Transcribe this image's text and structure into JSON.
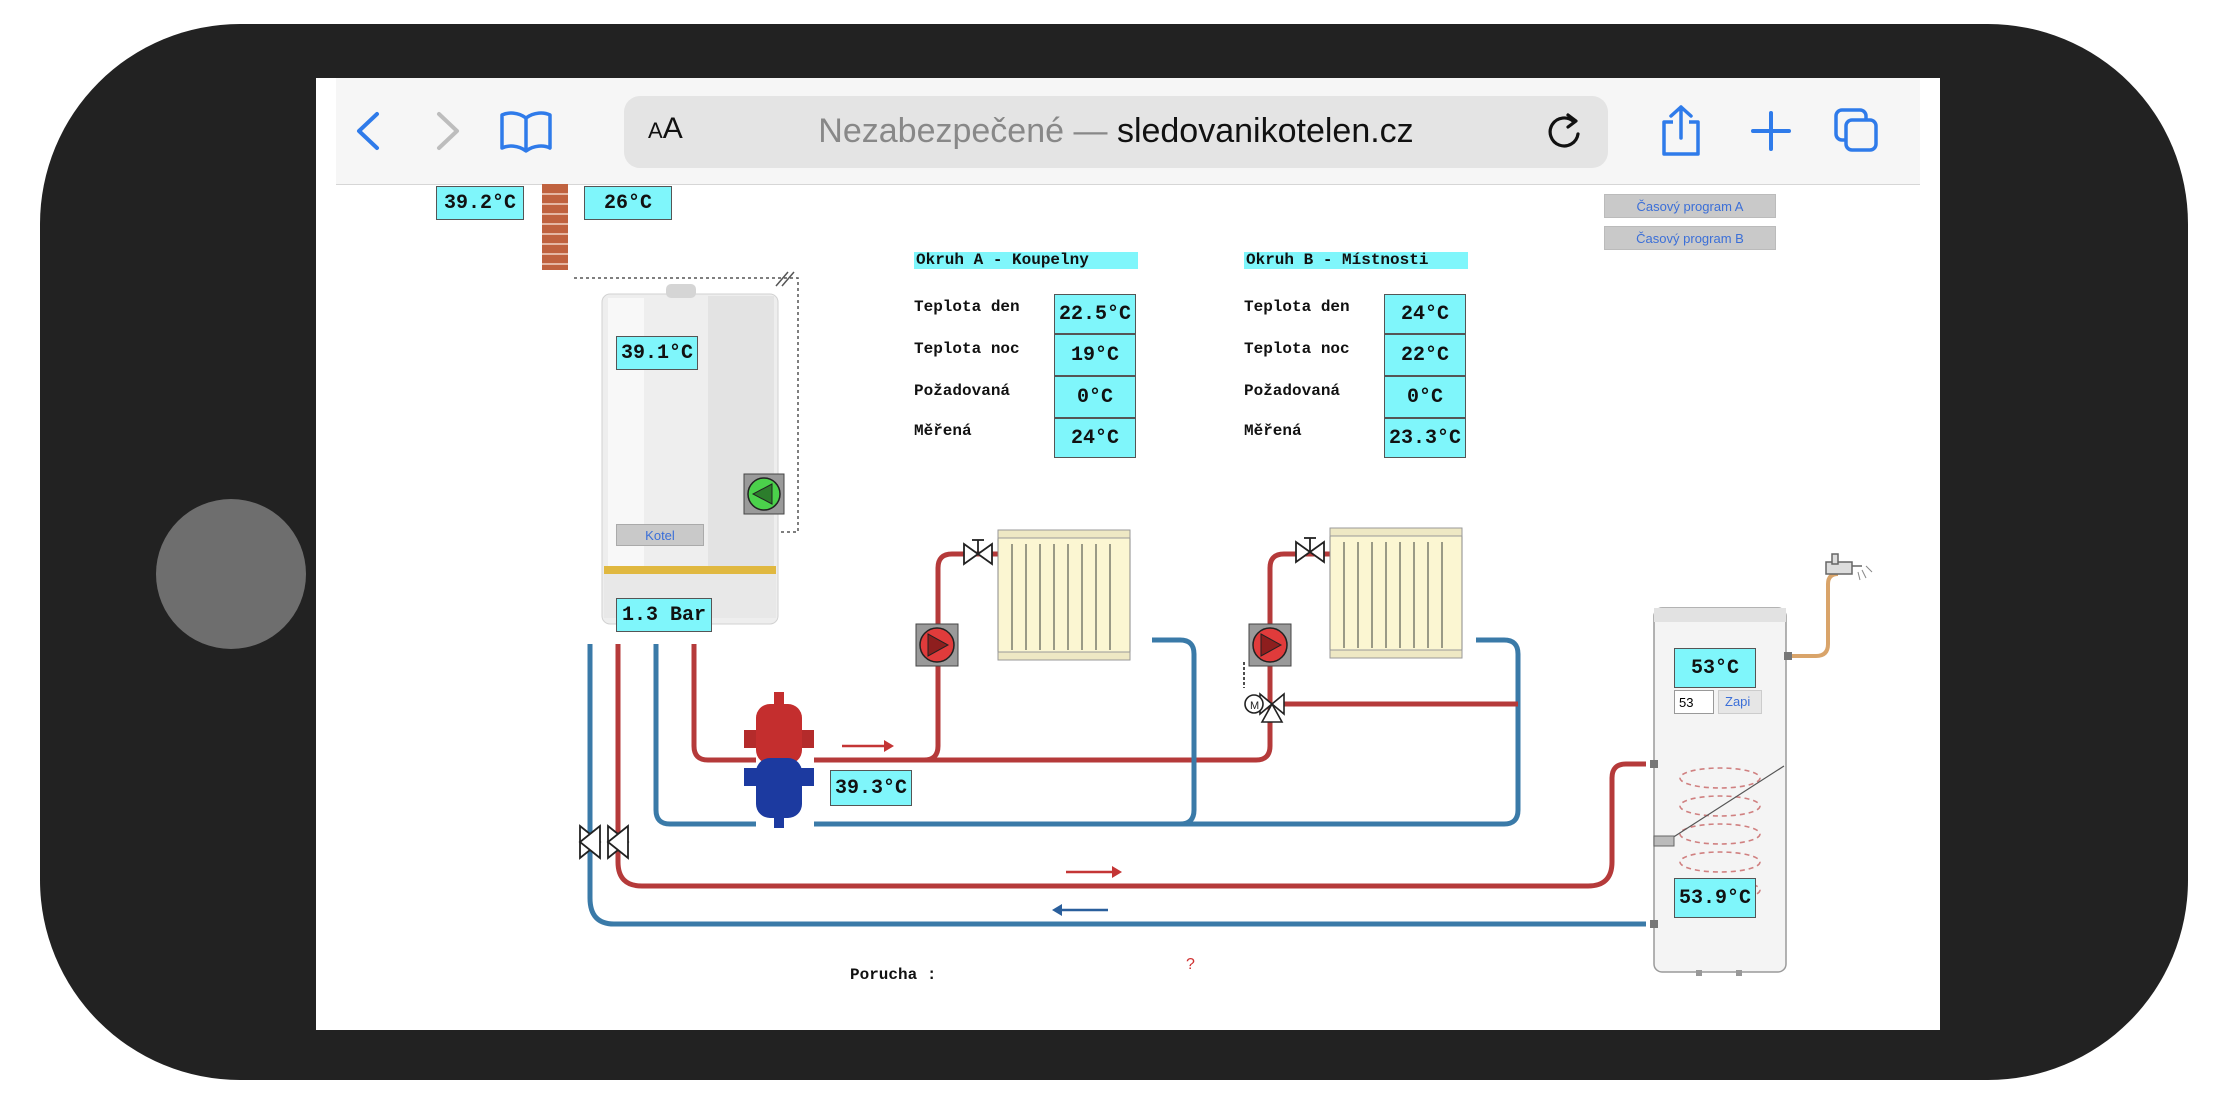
{
  "browser": {
    "text_size_label_small": "A",
    "text_size_label_large": "A",
    "url_prefix": "Nezabezpečené — ",
    "url_host": "sledovanikotelen.cz"
  },
  "boiler": {
    "temp_outdoor_left": "39.2°C",
    "temp_outdoor_right": "26°C",
    "temp_boiler": "39.1°C",
    "pressure": "1.3 Bar",
    "button_label": "Kotel",
    "separator_temp": "39.3°C"
  },
  "schedule_buttons": [
    "Časový program A",
    "Časový program B"
  ],
  "circuit_a": {
    "title": "Okruh A - Koupelny",
    "rows": [
      {
        "label": "Teplota den",
        "value": "22.5°C"
      },
      {
        "label": "Teplota noc",
        "value": "19°C"
      },
      {
        "label": "Požadovaná",
        "value": "0°C"
      },
      {
        "label": "Měřená",
        "value": "24°C"
      }
    ]
  },
  "circuit_b": {
    "title": "Okruh B - Místnosti",
    "rows": [
      {
        "label": "Teplota den",
        "value": "24°C"
      },
      {
        "label": "Teplota noc",
        "value": "22°C"
      },
      {
        "label": "Požadovaná",
        "value": "0°C"
      },
      {
        "label": "Měřená",
        "value": "23.3°C"
      }
    ]
  },
  "tank": {
    "temp_top": "53°C",
    "setpoint_input": "53",
    "setpoint_button": "Zapi",
    "temp_bottom": "53.9°C"
  },
  "fault": {
    "label": "Porucha :",
    "value": "?"
  },
  "colors": {
    "hot_pipe": "#b53a3a",
    "cold_pipe": "#3a7aa8",
    "value_box": "#7ff6fb",
    "link_blue": "#3b6fd8"
  }
}
